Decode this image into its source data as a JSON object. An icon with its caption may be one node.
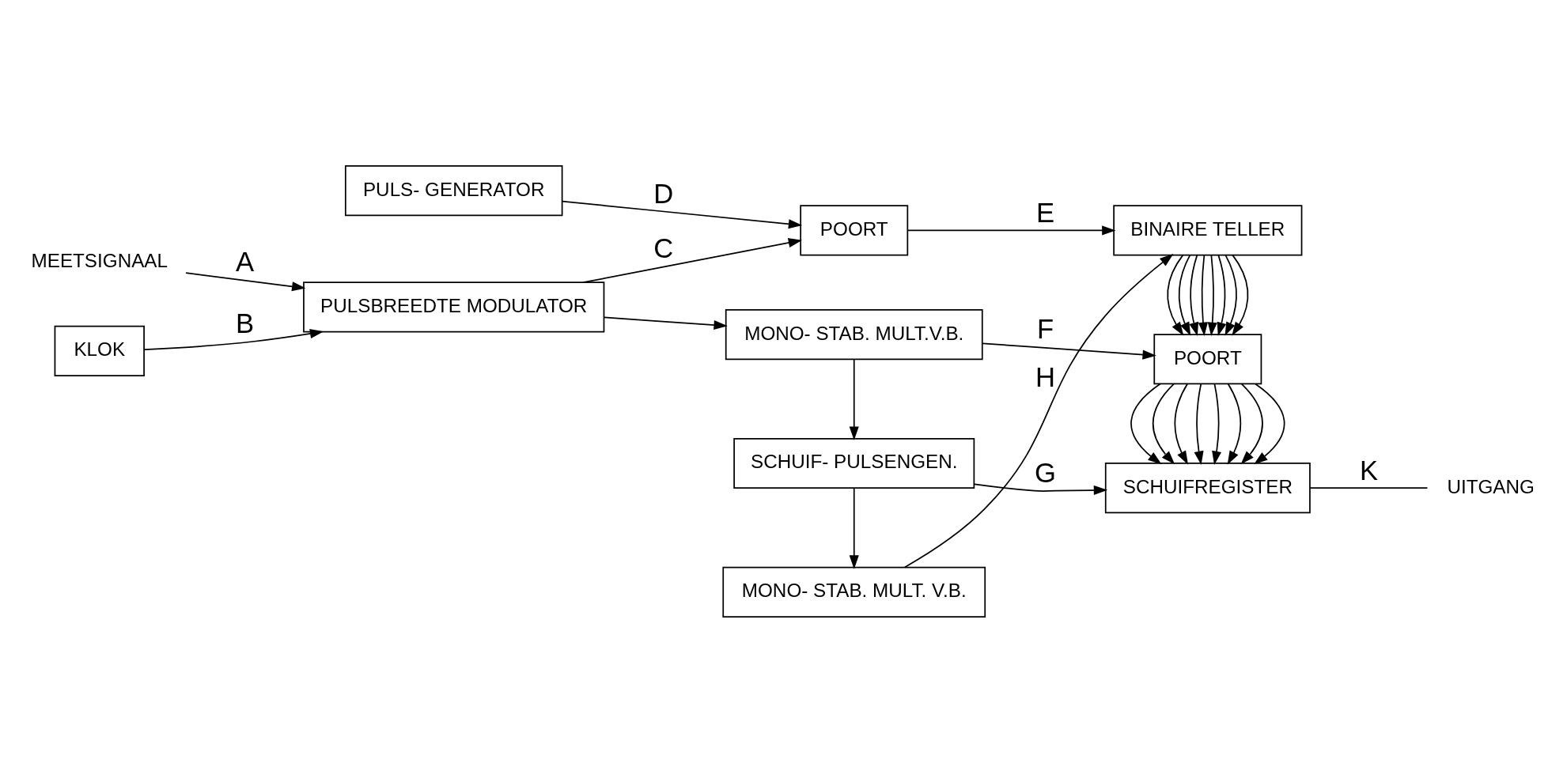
{
  "diagram": {
    "nodes": [
      {
        "text": [
          "MEETSIGNAAL"
        ]
      },
      {
        "text": [
          "KLOK"
        ]
      },
      {
        "text": [
          "PULSBREEDTE MODULATOR"
        ]
      },
      {
        "text": [
          "PULS- GENERATOR"
        ]
      },
      {
        "text": [
          "POORT"
        ]
      },
      {
        "text": [
          "BINAIRE TELLER"
        ]
      },
      {
        "text": [
          "MONO- STAB. MULT.V.B."
        ]
      },
      {
        "text": [
          "POORT"
        ]
      },
      {
        "text": [
          "SCHUIF- PULSENGEN."
        ]
      },
      {
        "text": [
          "SCHUIFREGISTER"
        ]
      },
      {
        "text": [
          "MONO- STAB. MULT. V.B."
        ]
      },
      {
        "text": [
          "UITGANG"
        ]
      }
    ],
    "edges": [
      {
        "from": 0,
        "to": 2,
        "arrow": "to",
        "label": "A"
      },
      {
        "from": 1,
        "to": 2,
        "arrow": "to",
        "label": "B"
      },
      {
        "from": 2,
        "to": 4,
        "arrow": "to",
        "label": "C"
      },
      {
        "from": 2,
        "to": 6,
        "arrow": "to"
      },
      {
        "from": 3,
        "to": 4,
        "arrow": "to",
        "label": "D"
      },
      {
        "from": 4,
        "to": 5,
        "arrow": "to",
        "label": "E"
      },
      {
        "from": 5,
        "to": 7,
        "arrow": "to"
      },
      {
        "from": 5,
        "to": 7,
        "arrow": "to"
      },
      {
        "from": 5,
        "to": 7,
        "arrow": "to"
      },
      {
        "from": 5,
        "to": 7,
        "arrow": "to"
      },
      {
        "from": 5,
        "to": 7,
        "arrow": "to"
      },
      {
        "from": 5,
        "to": 7,
        "arrow": "to"
      },
      {
        "from": 5,
        "to": 7,
        "arrow": "to"
      },
      {
        "from": 5,
        "to": 7,
        "arrow": "to"
      },
      {
        "from": 6,
        "to": 7,
        "arrow": "to",
        "label": "F"
      },
      {
        "from": 7,
        "to": 9,
        "arrow": "to"
      },
      {
        "from": 7,
        "to": 9,
        "arrow": "to"
      },
      {
        "from": 7,
        "to": 9,
        "arrow": "to"
      },
      {
        "from": 7,
        "to": 9,
        "arrow": "to"
      },
      {
        "from": 7,
        "to": 9,
        "arrow": "to"
      },
      {
        "from": 7,
        "to": 9,
        "arrow": "to"
      },
      {
        "from": 7,
        "to": 9,
        "arrow": "to"
      },
      {
        "from": 7,
        "to": 9,
        "arrow": "to"
      },
      {
        "from": 6,
        "to": 8,
        "arrow": "to"
      },
      {
        "from": 8,
        "to": 9,
        "arrow": "to",
        "label": "G"
      },
      {
        "from": 8,
        "to": 10,
        "arrow": "to"
      },
      {
        "from": 10,
        "to": 5,
        "arrow": "to",
        "label": "H"
      },
      {
        "from": 9,
        "to": 11,
        "arrow": "none",
        "label": "K"
      }
    ]
  }
}
